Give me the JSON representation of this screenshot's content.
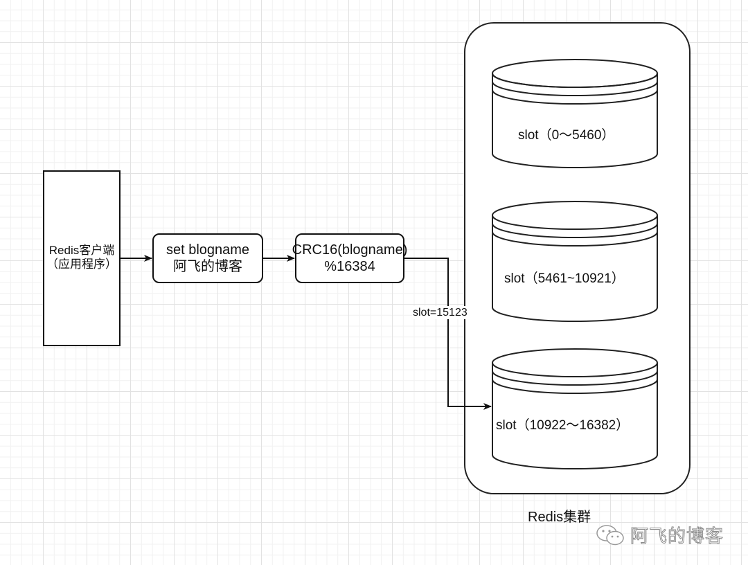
{
  "client": {
    "line1": "Redis客户端",
    "line2": "（应用程序）"
  },
  "set_command": {
    "line1": "set blogname",
    "line2": "阿飞的博客"
  },
  "hash_step": {
    "line1": "CRC16(blogname)",
    "line2": "%16384"
  },
  "edge_label": "slot=15123",
  "cluster": {
    "label": "Redis集群",
    "nodes": [
      {
        "label": "slot（0～5460）"
      },
      {
        "label": "slot（5461~10921）"
      },
      {
        "label": "slot（10922～16382）"
      }
    ]
  },
  "watermark": {
    "icon": "wechat-icon",
    "text": "阿飞的博客"
  }
}
